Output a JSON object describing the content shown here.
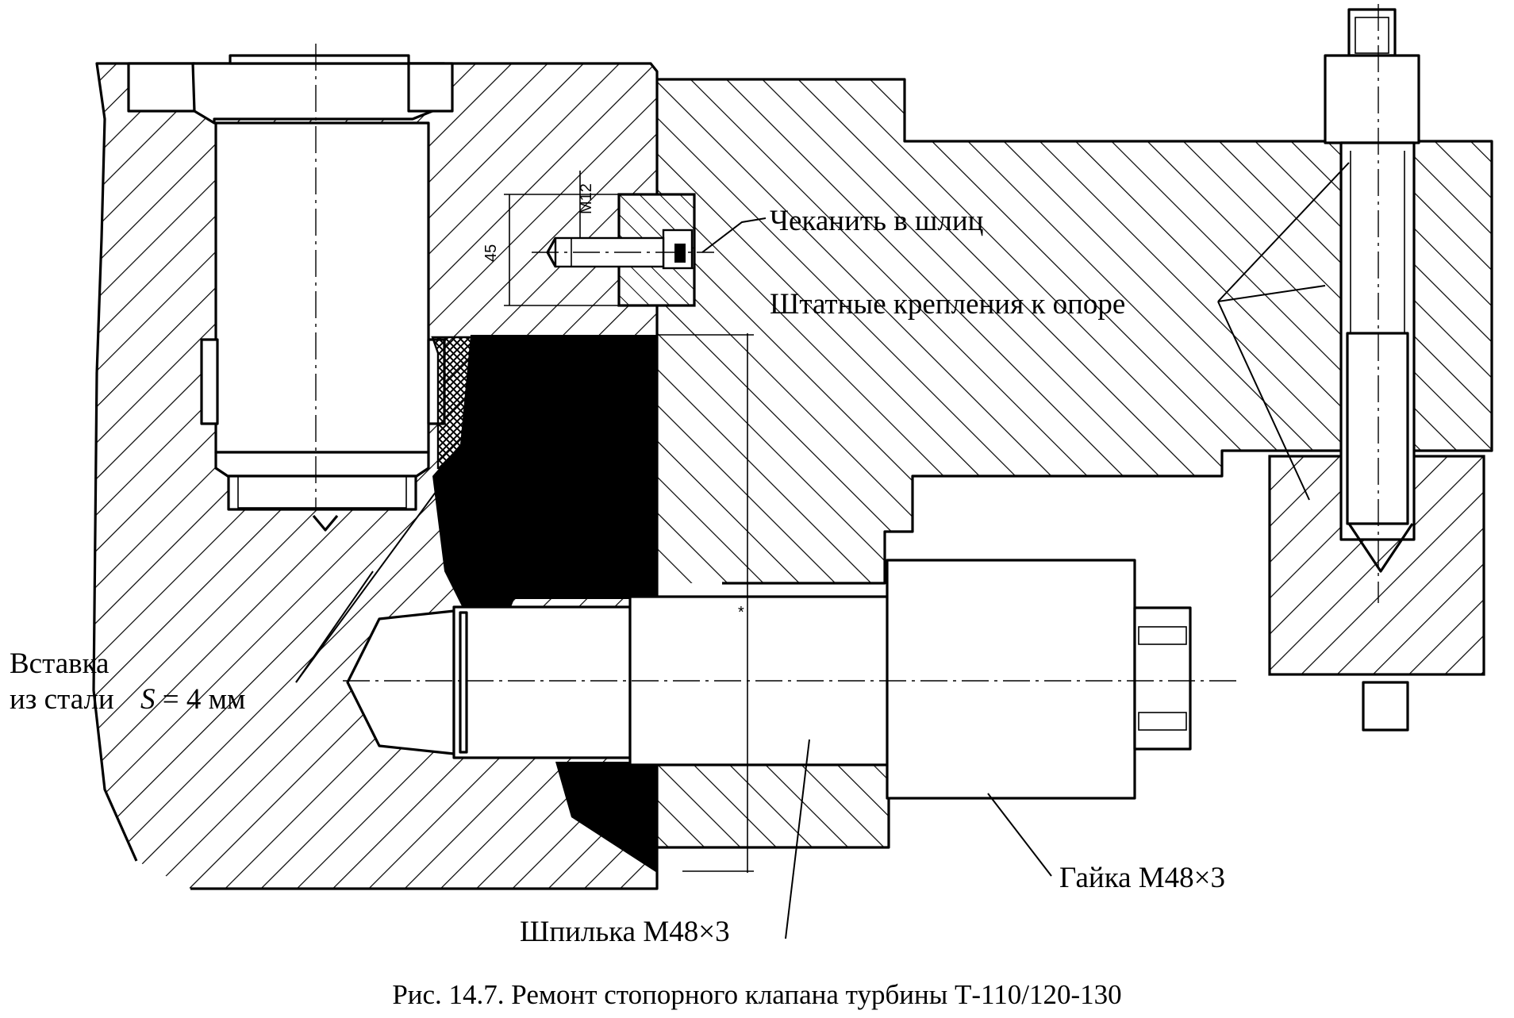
{
  "labels": {
    "chekanit": "Чеканить в шлиц",
    "shtatnye": "Штатные крепления к опоре",
    "vstavka_line1": "Вставка",
    "vstavka_line2_prefix": "из стали",
    "vstavka_line2_var": "S",
    "vstavka_line2_value": " = 4 мм",
    "gaika": "Гайка М48×3",
    "shpilka": "Шпилька М48×3"
  },
  "dimensions": {
    "dim_45": "45",
    "dim_m12": "М12",
    "dim_star": "*"
  },
  "caption": "Рис. 14.7. Ремонт стопорного клапана турбины Т-110/120-130",
  "colors": {
    "ink": "#000000",
    "paper": "#ffffff"
  }
}
